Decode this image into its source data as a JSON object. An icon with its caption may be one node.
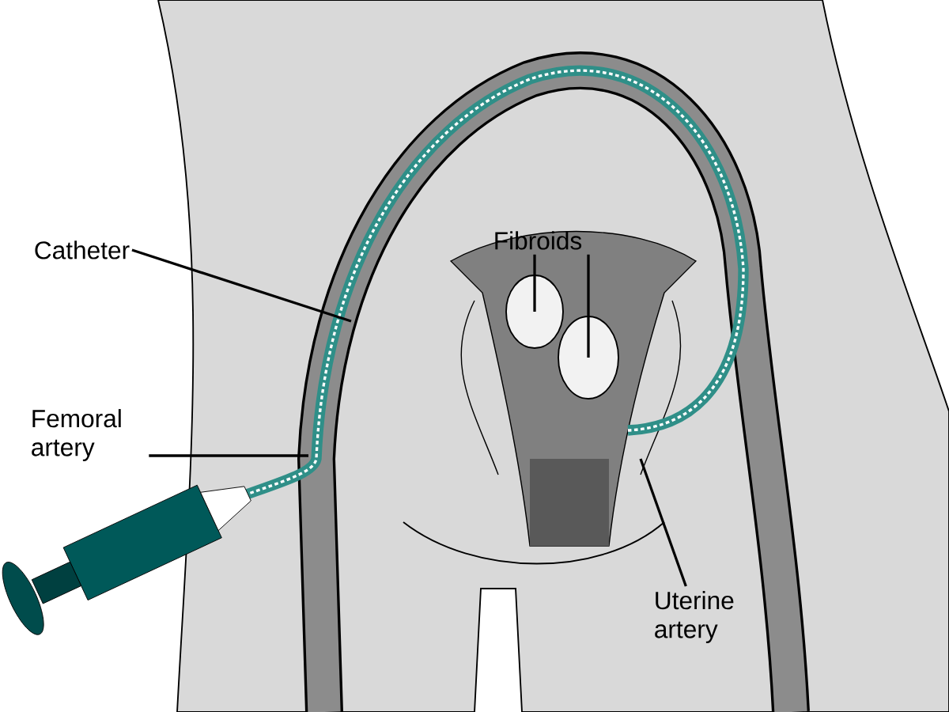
{
  "diagram": {
    "nodes": [
      {
        "text": [
          "Catheter"
        ]
      },
      {
        "text": [
          "Femoral artery"
        ]
      },
      {
        "text": [
          "Fibroids"
        ]
      },
      {
        "text": [
          "Uterine artery"
        ]
      },
      {
        "text": [],
        "shape": "ellipse"
      },
      {
        "text": [],
        "shape": "ellipse"
      }
    ],
    "edges": [
      {
        "from": 0,
        "to": null,
        "arrow": "none"
      },
      {
        "from": 1,
        "to": null,
        "arrow": "none"
      },
      {
        "from": 2,
        "to": 4,
        "arrow": "none"
      },
      {
        "from": 2,
        "to": 5,
        "arrow": "none"
      },
      {
        "from": 3,
        "to": null,
        "arrow": "none"
      }
    ]
  }
}
